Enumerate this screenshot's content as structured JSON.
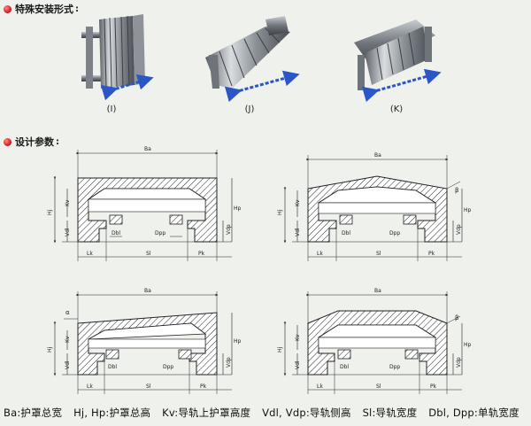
{
  "sections": {
    "special_install": "特殊安装形式",
    "design_params": "设计参数"
  },
  "install_forms": [
    {
      "caption": "(I)"
    },
    {
      "caption": "(J)"
    },
    {
      "caption": "(K)"
    }
  ],
  "dimensions": {
    "Ba": "Ba",
    "Hj": "Hj",
    "Hp": "Hp",
    "Kv": "Kv",
    "Vdl": "Vdl",
    "Vdp": "Vdp",
    "Lk": "Lk",
    "Sl": "Sl",
    "Pk": "Pk",
    "Dbl": "Dbl",
    "Dpp": "Dpp",
    "beta": "β",
    "alpha": "α"
  },
  "legend": [
    "Ba:护罩总宽",
    "Hj, Hp:护罩总高",
    "Kv:导轨上护罩高度",
    "Vdl, Vdp:导轨侧高",
    "Sl:导轨宽度",
    "Dbl, Dpp:单轨宽度"
  ]
}
